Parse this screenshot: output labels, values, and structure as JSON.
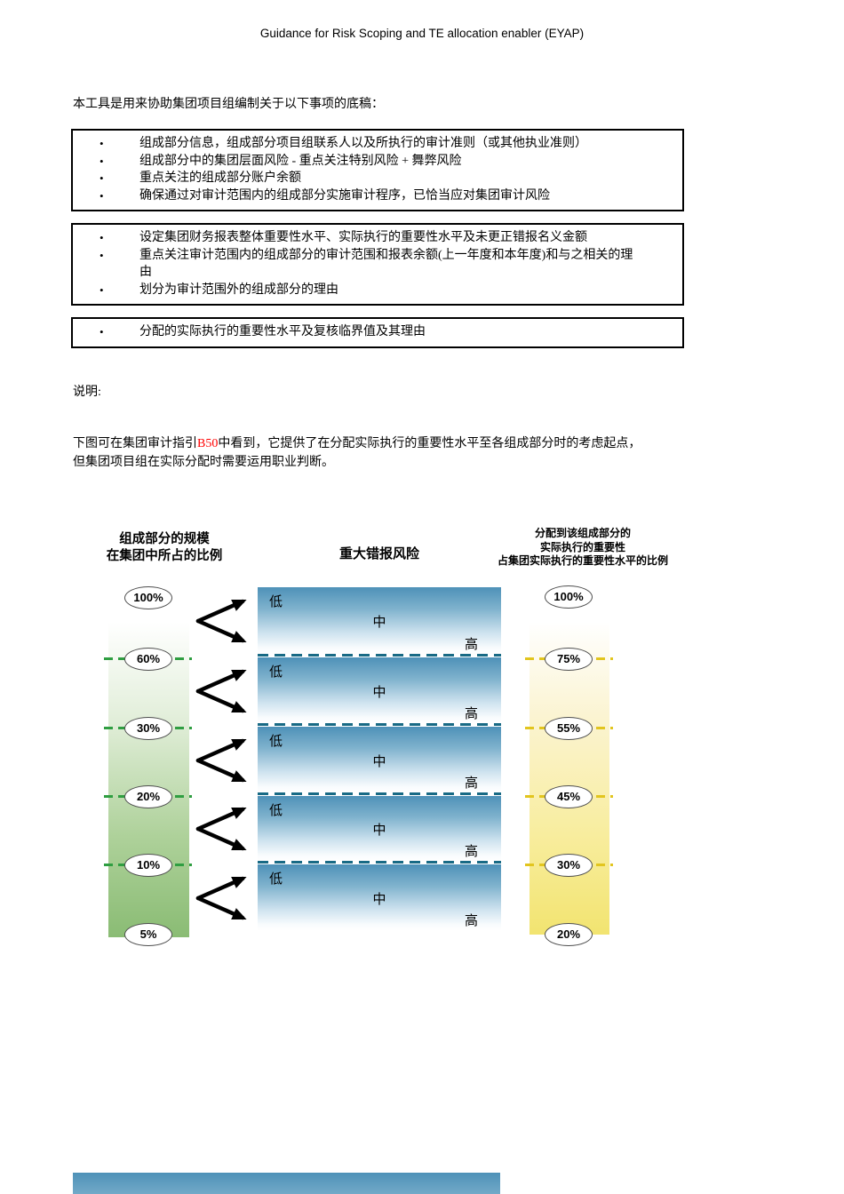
{
  "doc": {
    "title": "Guidance for Risk Scoping and TE allocation enabler (EYAP)",
    "intro": "本工具是用来协助集团项目组编制关于以下事项的底稿：",
    "note_label": "说明:",
    "paragraph": {
      "before": "下图可在集团审计指引",
      "highlight": "B50",
      "after": "中看到，它提供了在分配实际执行的重要性水平至各组成部分时的考虑起点，但集团项目组在实际分配时需要运用职业判断。"
    }
  },
  "boxes": [
    {
      "items": [
        "组成部分信息，组成部分项目组联系人以及所执行的审计准则（或其他执业准则）",
        "组成部分中的集团层面风险 - 重点关注特别风险 + 舞弊风险",
        "重点关注的组成部分账户余额",
        "确保通过对审计范围内的组成部分实施审计程序，已恰当应对集团审计风险"
      ]
    },
    {
      "items": [
        "设定集团财务报表整体重要性水平、实际执行的重要性水平及未更正错报名义金额",
        "重点关注审计范围内的组成部分的审计范围和报表余额(上一年度和本年度)和与之相关的理由",
        "划分为审计范围外的组成部分的理由"
      ]
    },
    {
      "items": [
        "分配的实际执行的重要性水平及复核临界值及其理由"
      ]
    }
  ],
  "diagram": {
    "left_header": [
      "组成部分的规模",
      "在集团中所占的比例"
    ],
    "middle_header": "重大错报风险",
    "right_header": [
      "分配到该组成部分的",
      "实际执行的重要性",
      "占集团实际执行的重要性水平的比例"
    ],
    "left_scale": [
      "100%",
      "60%",
      "30%",
      "20%",
      "10%",
      "5%"
    ],
    "right_scale": [
      "100%",
      "75%",
      "55%",
      "45%",
      "30%",
      "20%"
    ],
    "risk": {
      "low": "低",
      "mid": "中",
      "high": "高"
    },
    "colors": {
      "red_highlight": "#ff0000",
      "green_scale": "#8abc74",
      "yellow_scale": "#f2e470",
      "bar_blue_top": "#4e91b8",
      "dash_green": "#2f9e41",
      "dash_yellow": "#e2c51e",
      "dash_blue": "#186a85"
    }
  }
}
